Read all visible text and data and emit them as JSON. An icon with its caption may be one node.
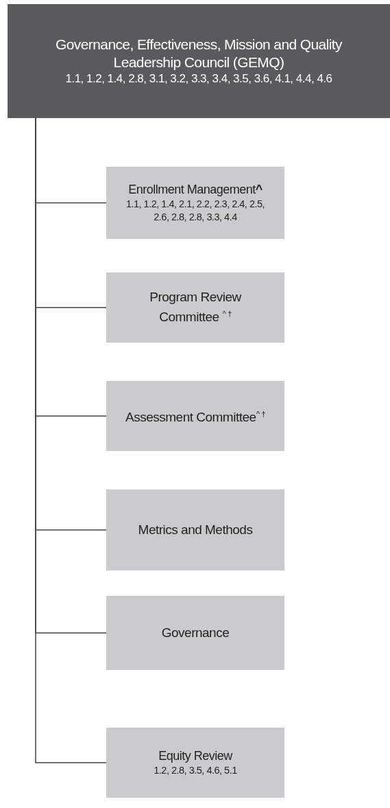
{
  "diagram": {
    "nodes": [
      {
        "text": [
          "Governance, Effectiveness, Mission and Quality Leadership Council (GEMQ)",
          "1.1, 1.2, 1.4, 2.8, 3.1, 3.2, 3.3, 3.4, 3.5, 3.6, 4.1, 4.4, 4.6"
        ]
      },
      {
        "text": [
          "Enrollment Management**^**",
          "1.1, 1.2, 1.4, 2.1, 2.2, 2.3, 2.4, 2.5, 2.6, 2.8, 2.8, 3.3, 4.4"
        ]
      },
      {
        "text": [
          "Program Review Committee $^{^ †}$"
        ]
      },
      {
        "text": [
          "Assessment Committee$^{^ †}$"
        ]
      },
      {
        "text": [
          "Metrics and Methods"
        ]
      },
      {
        "text": [
          "Governance"
        ]
      },
      {
        "text": [
          "Equity Review",
          "1.2, 2.8, 3.5, 4.6, 5.1"
        ]
      }
    ],
    "edges": [
      {
        "from": 0,
        "to": 1,
        "arrow": "none"
      },
      {
        "from": 0,
        "to": 2,
        "arrow": "none"
      },
      {
        "from": 0,
        "to": 3,
        "arrow": "none"
      },
      {
        "from": 0,
        "to": 4,
        "arrow": "none"
      },
      {
        "from": 0,
        "to": 5,
        "arrow": "none"
      },
      {
        "from": 0,
        "to": 6,
        "arrow": "none"
      }
    ]
  }
}
